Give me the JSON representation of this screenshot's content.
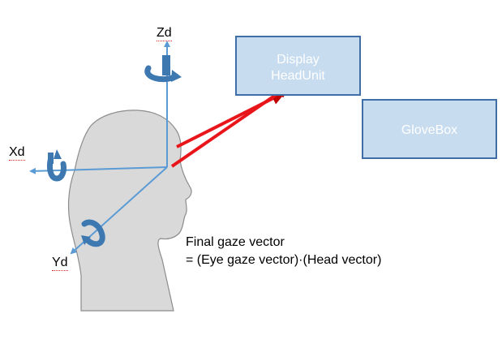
{
  "axes": {
    "z_label": "Zd",
    "x_label": "Xd",
    "y_label": "Yd"
  },
  "targets": {
    "display_label_line1": "Display",
    "display_label_line2": "HeadUnit",
    "glovebox_label": "GloveBox"
  },
  "caption": {
    "line1": "Final gaze vector",
    "line2": "= (Eye gaze vector)·(Head vector)"
  },
  "colors": {
    "axis": "#5b9bd5",
    "rotation_arrow": "#3d79b0",
    "gaze_arrow": "#e8161a",
    "gaze_arrow_head": "#c00000",
    "box_fill": "#c8dcef",
    "box_border": "#3f6fa6",
    "head_fill": "#d9d9d9",
    "head_stroke": "#8c8c8c"
  }
}
